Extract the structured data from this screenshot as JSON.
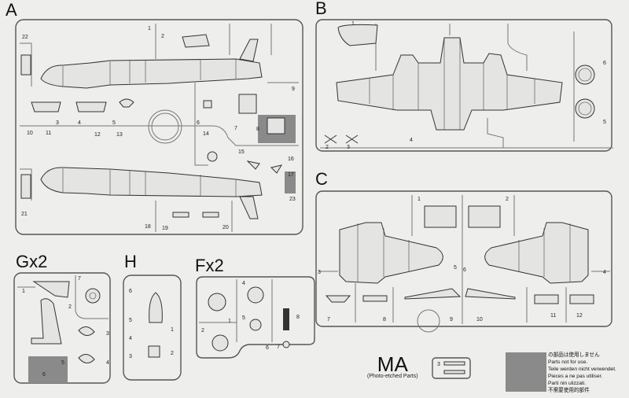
{
  "sprue_a": {
    "title": "A",
    "parts": [
      "1",
      "2",
      "3",
      "4",
      "5",
      "6",
      "7",
      "8",
      "9",
      "10",
      "11",
      "12",
      "13",
      "14",
      "15",
      "16",
      "17",
      "18",
      "19",
      "20",
      "21",
      "22",
      "23"
    ]
  },
  "sprue_b": {
    "title": "B",
    "parts": [
      "1",
      "2",
      "3",
      "4",
      "5",
      "6"
    ]
  },
  "sprue_c": {
    "title": "C",
    "parts": [
      "1",
      "2",
      "3",
      "4",
      "5",
      "6",
      "7",
      "8",
      "9",
      "10",
      "11",
      "12"
    ]
  },
  "sprue_g": {
    "title": "Gx2",
    "parts": [
      "1",
      "2",
      "3",
      "4",
      "5",
      "6",
      "7"
    ]
  },
  "sprue_h": {
    "title": "H",
    "parts": [
      "1",
      "2",
      "3",
      "4",
      "5",
      "6"
    ]
  },
  "sprue_f": {
    "title": "Fx2",
    "parts": [
      "1",
      "2",
      "4",
      "5",
      "6",
      "7",
      "8"
    ]
  },
  "photo_etched": {
    "title": "MA",
    "subtitle": "(Photo-etched Parts)",
    "parts": [
      "3"
    ]
  },
  "legend": {
    "swatch_color": "#8a8a8a",
    "lines": [
      "の部品は使用しません",
      "Parts not for use.",
      "Teile werden nicht verwendet.",
      "Pieces a ne pas utiliser.",
      "Parti nin ulizzati.",
      "不需要使用的部件"
    ]
  }
}
